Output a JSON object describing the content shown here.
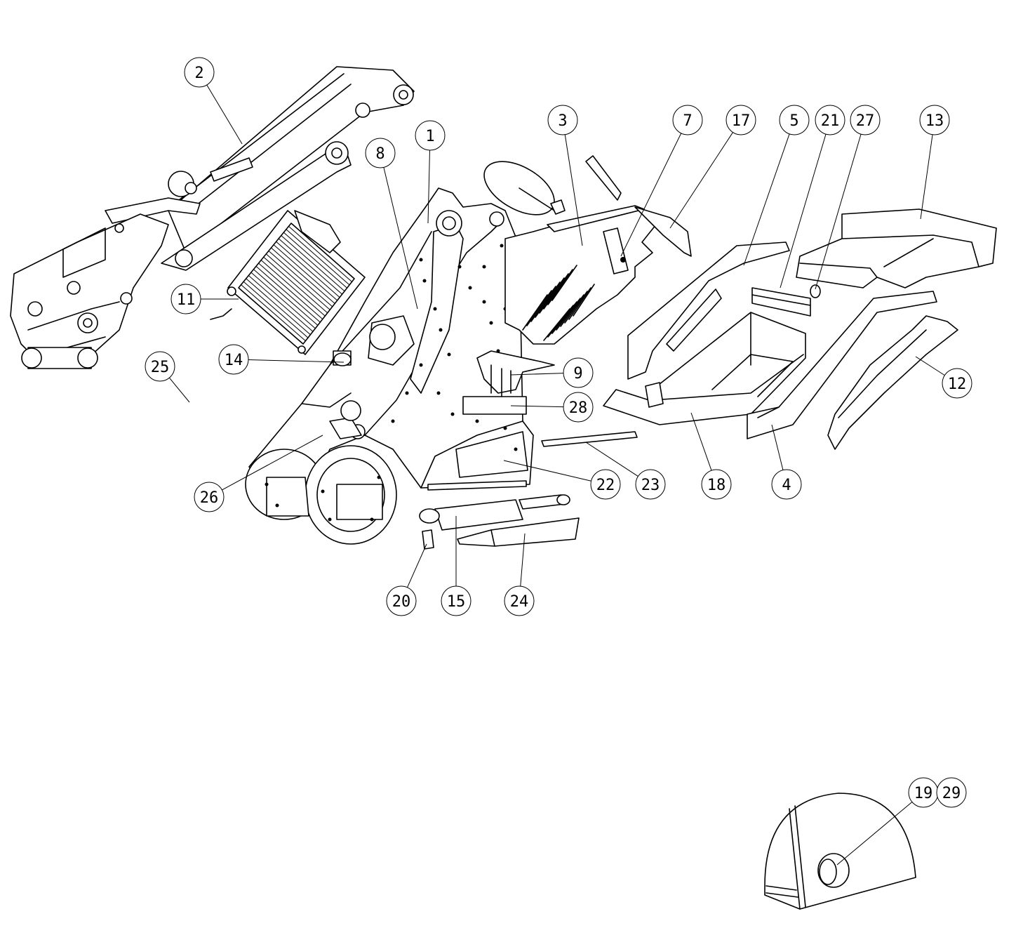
{
  "callouts": [
    {
      "id": "c1",
      "label": "1"
    },
    {
      "id": "c2",
      "label": "2"
    },
    {
      "id": "c3",
      "label": "3"
    },
    {
      "id": "c4",
      "label": "4"
    },
    {
      "id": "c5",
      "label": "5"
    },
    {
      "id": "c7",
      "label": "7"
    },
    {
      "id": "c8",
      "label": "8"
    },
    {
      "id": "c9",
      "label": "9"
    },
    {
      "id": "c11",
      "label": "11"
    },
    {
      "id": "c12",
      "label": "12"
    },
    {
      "id": "c13",
      "label": "13"
    },
    {
      "id": "c14",
      "label": "14"
    },
    {
      "id": "c15",
      "label": "15"
    },
    {
      "id": "c17",
      "label": "17"
    },
    {
      "id": "c18",
      "label": "18"
    },
    {
      "id": "c19",
      "label": "19"
    },
    {
      "id": "c20",
      "label": "20"
    },
    {
      "id": "c21",
      "label": "21"
    },
    {
      "id": "c22",
      "label": "22"
    },
    {
      "id": "c23",
      "label": "23"
    },
    {
      "id": "c24",
      "label": "24"
    },
    {
      "id": "c25",
      "label": "25"
    },
    {
      "id": "c26",
      "label": "26"
    },
    {
      "id": "c27",
      "label": "27"
    },
    {
      "id": "c28",
      "label": "28"
    },
    {
      "id": "c29",
      "label": "29"
    }
  ]
}
